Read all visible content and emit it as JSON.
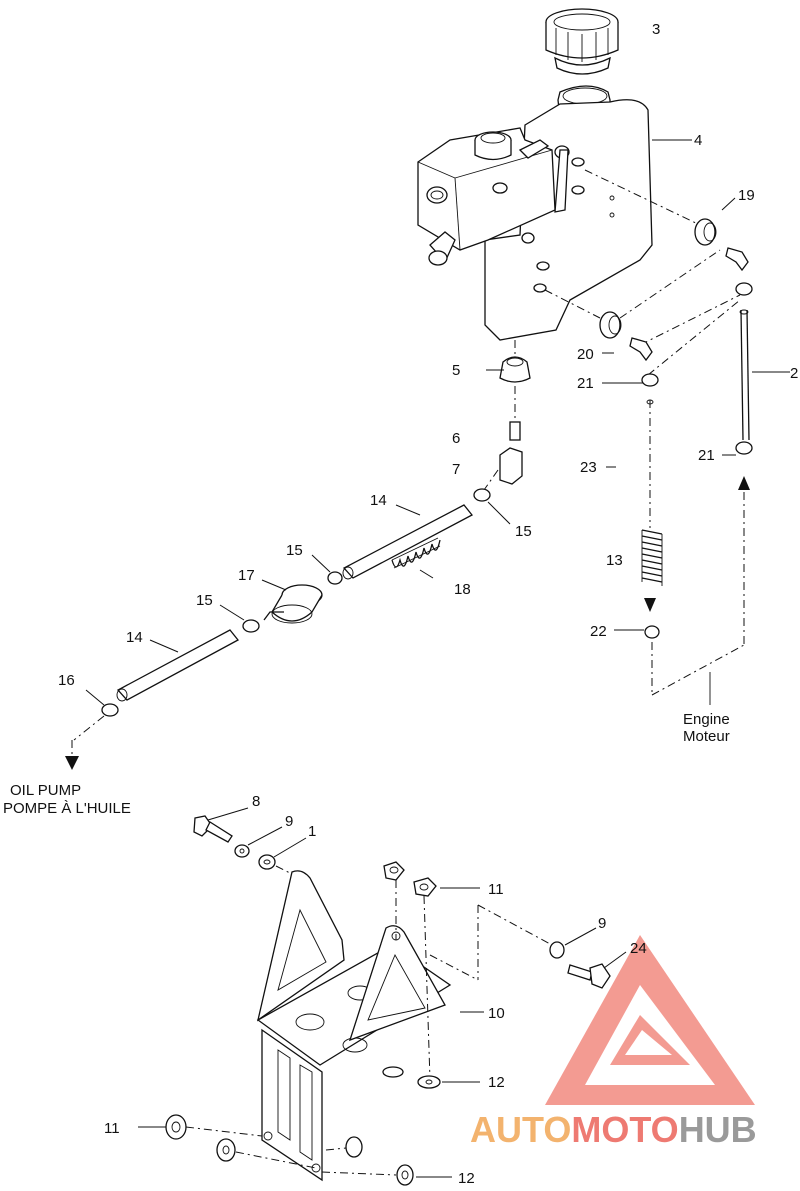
{
  "callouts": {
    "c3": "3",
    "c4": "4",
    "c19": "19",
    "c2": "2",
    "c20": "20",
    "c21a": "21",
    "c21b": "21",
    "c23": "23",
    "c5": "5",
    "c6": "6",
    "c7": "7",
    "c14a": "14",
    "c15a": "15",
    "c15b": "15",
    "c18": "18",
    "c17": "17",
    "c15c": "15",
    "c13": "13",
    "c14b": "14",
    "c22": "22",
    "c16": "16",
    "c8": "8",
    "c9a": "9",
    "c1": "1",
    "c11a": "11",
    "c9b": "9",
    "c24": "24",
    "c10": "10",
    "c12a": "12",
    "c11b": "11",
    "c12b": "12"
  },
  "notes": {
    "engine_en": "Engine",
    "engine_fr": "Moteur",
    "oil_pump_en": "OIL PUMP",
    "oil_pump_fr": "POMPE À L'HUILE"
  },
  "watermark": {
    "part1": "AUTO",
    "part2": "MOTO",
    "part3": "HUB",
    "colors": {
      "auto": "#f3b36e",
      "moto": "#ee7a72",
      "hub": "#9a9a9a",
      "logo": "#f28a80"
    }
  }
}
